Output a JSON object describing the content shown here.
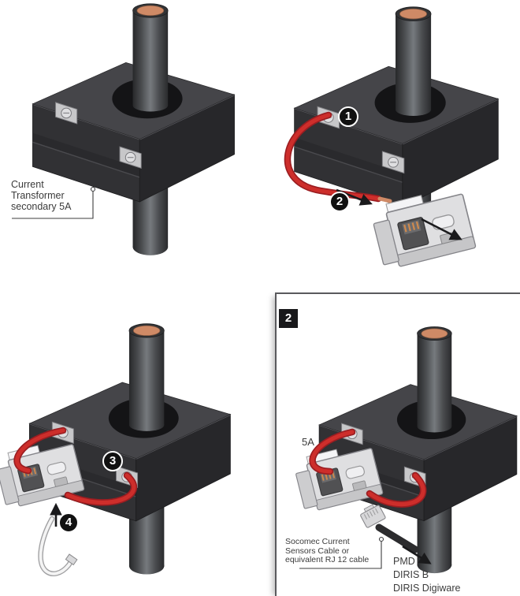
{
  "panels": {
    "step_a": {
      "label_lines": [
        "Current",
        "Transformer",
        "secondary 5A"
      ]
    },
    "step_b": {
      "markers": [
        "1",
        "2"
      ]
    },
    "step_c": {
      "markers": [
        "3",
        "4"
      ]
    },
    "step_d": {
      "badge": "2",
      "current_label": "5A",
      "cable_note_lines": [
        "Socomec Current",
        "Sensors Cable or",
        "equivalent RJ 12 cable"
      ],
      "device_lines": [
        "PMD",
        "DIRIS B",
        "DIRIS Digiware"
      ]
    }
  },
  "colors": {
    "background": "#ffffff",
    "wire_red": "#cd2e2b",
    "copper_core": "#cf8a66",
    "transformer_body": "#333336",
    "transformer_top": "#454549",
    "adapter_silver": "#dfdfe1",
    "marker_bg": "#111111",
    "marker_text": "#ffffff",
    "panel_frame": "#5a5a5d"
  }
}
